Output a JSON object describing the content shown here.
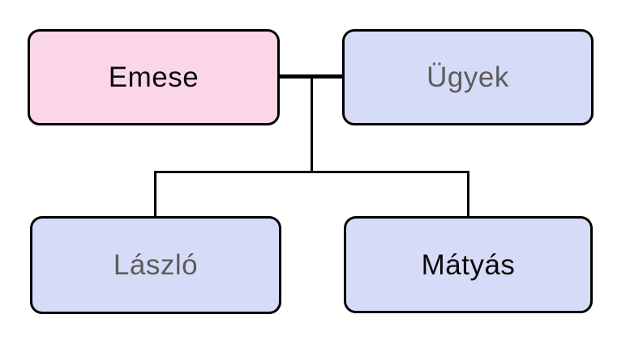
{
  "colors": {
    "background": "#ffffff",
    "node_border": "#000000",
    "connector_line": "#000000",
    "pink_fill": "#fbd6e7",
    "lavender_fill": "#d6dcf7",
    "dark_text": "#0a0a0a",
    "gray_text": "#5c5c5c"
  },
  "nodes": [
    {
      "id": "emese",
      "label": "Emese",
      "fill": "#fbd6e7",
      "text_color": "#0a0a0a"
    },
    {
      "id": "ugyek",
      "label": "Ügyek",
      "fill": "#d6dcf7",
      "text_color": "#5c5c5c"
    },
    {
      "id": "laszlo",
      "label": "László",
      "fill": "#d6dcf7",
      "text_color": "#5c5c5c"
    },
    {
      "id": "matyas",
      "label": "Mátyás",
      "fill": "#d6dcf7",
      "text_color": "#0a0a0a"
    }
  ],
  "edges": [
    {
      "type": "union",
      "between": [
        "emese",
        "ugyek"
      ],
      "style": "thick"
    },
    {
      "type": "descent",
      "from": "union",
      "to": [
        "laszlo",
        "matyas"
      ],
      "style": "thin"
    }
  ]
}
